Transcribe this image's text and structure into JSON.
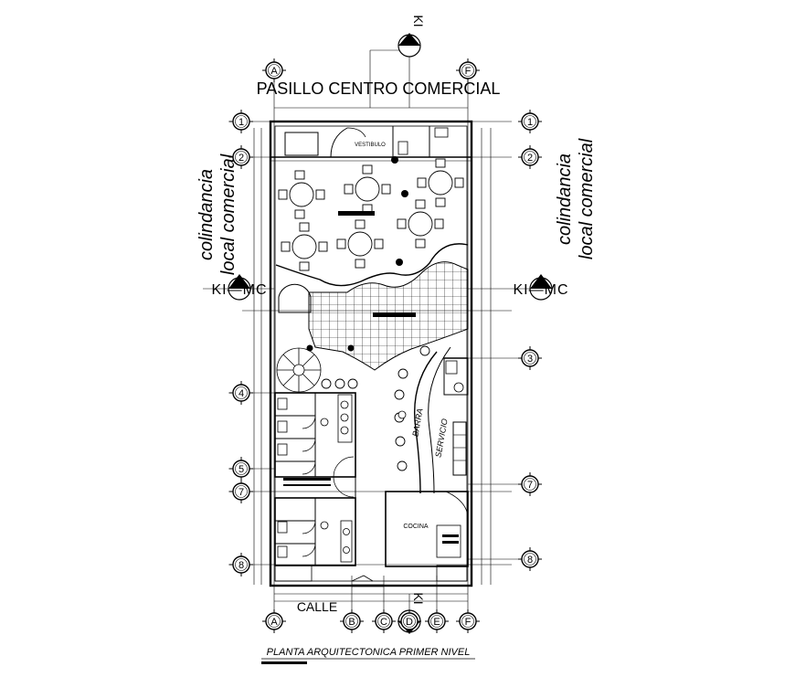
{
  "labels": {
    "top_corridor": "PASILLO CENTRO COMERCIAL",
    "street": "CALLE",
    "left_side_line1": "colindancia",
    "left_side_line2": "local comercial",
    "right_side_line1": "colindancia",
    "right_side_line2": "local comercial",
    "section_left": "KI—MC",
    "section_right": "KI—MC",
    "section_top": "KI",
    "section_bottom": "KI",
    "vestibule": "VESTIBULO",
    "bar": "BARRA",
    "service": "SERVICIO",
    "kitchen": "COCINA",
    "caption": "PLANTA ARQUITECTONICA PRIMER NIVEL"
  },
  "grid_axes": {
    "top_letters": [
      "A",
      "F"
    ],
    "bottom_letters": [
      "A",
      "B",
      "C",
      "D",
      "E",
      "F"
    ],
    "left_numbers": [
      "1",
      "2",
      "4",
      "5",
      "7",
      "8"
    ],
    "right_numbers": [
      "1",
      "2",
      "3",
      "7",
      "8"
    ]
  },
  "colors": {
    "line": "#000000",
    "background": "#ffffff"
  }
}
